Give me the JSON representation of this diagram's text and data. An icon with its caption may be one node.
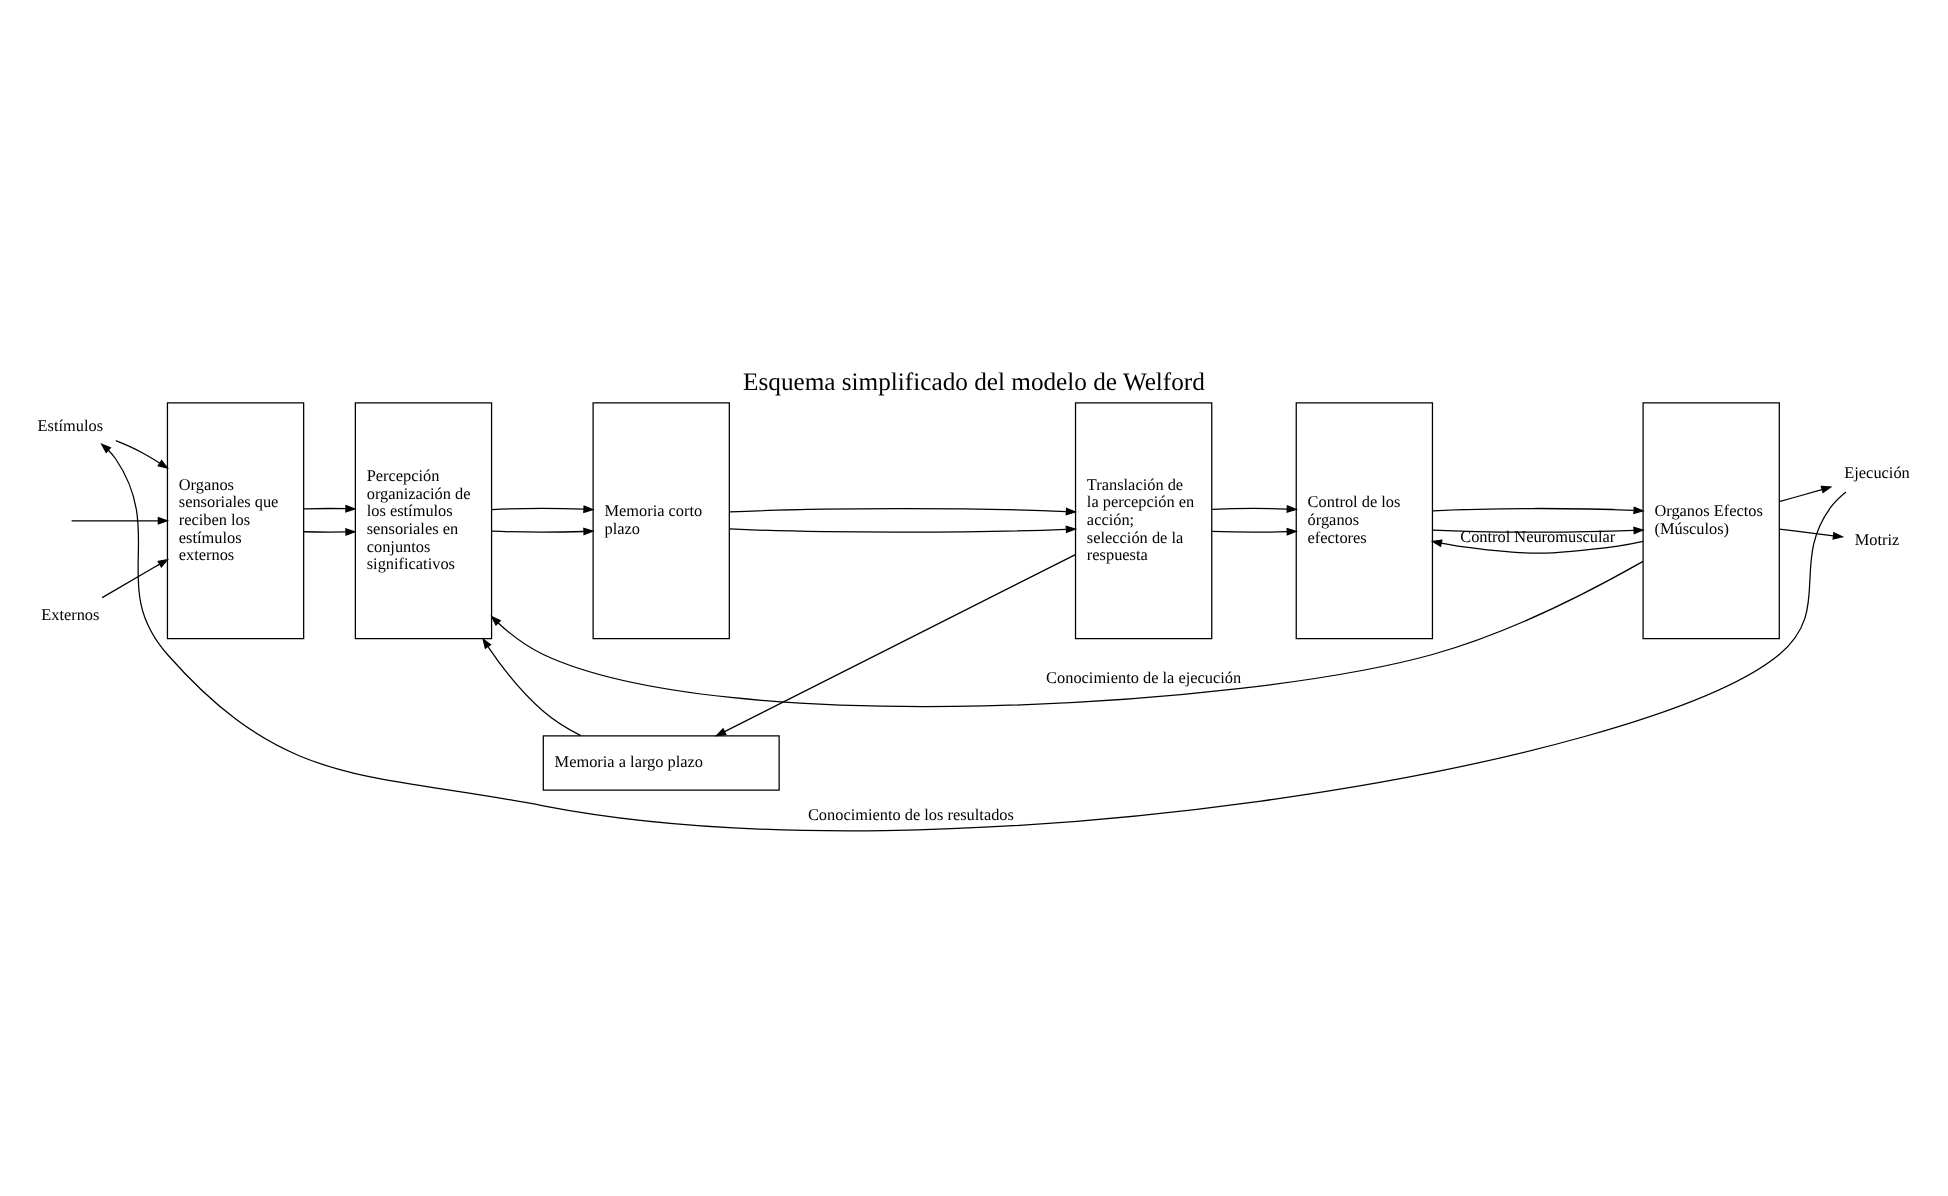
{
  "diagram": {
    "title": "Esquema simplificado del modelo de Welford",
    "nodes": [
      {
        "text": [
          "Estímulos"
        ]
      },
      {
        "text": [
          "Externos"
        ]
      },
      {
        "text": [
          "Organos sensoriales que reciben los estímulos externos"
        ]
      },
      {
        "text": [
          "Percepción organización de los estímulos sensoriales en conjuntos significativos"
        ]
      },
      {
        "text": [
          "Memoria corto plazo"
        ]
      },
      {
        "text": [
          "Translación de la percepción en acción; selección de la respuesta"
        ]
      },
      {
        "text": [
          "Control de los órganos efectores"
        ]
      },
      {
        "text": [
          "Organos Efectos (Músculos)"
        ]
      },
      {
        "text": [
          "Ejecución"
        ]
      },
      {
        "text": [
          "Motriz"
        ]
      },
      {
        "text": [
          "Memoria a largo plazo"
        ]
      }
    ],
    "edges": [
      {
        "from": 0,
        "to": 2,
        "arrow": "to"
      },
      {
        "from": null,
        "to": 2,
        "arrow": "to"
      },
      {
        "from": 1,
        "to": 2,
        "arrow": "to"
      },
      {
        "from": 2,
        "to": 3,
        "arrow": "to"
      },
      {
        "from": 2,
        "to": 3,
        "arrow": "to"
      },
      {
        "from": 3,
        "to": 4,
        "arrow": "to"
      },
      {
        "from": 3,
        "to": 4,
        "arrow": "to"
      },
      {
        "from": 4,
        "to": 5,
        "arrow": "to"
      },
      {
        "from": 4,
        "to": 5,
        "arrow": "to"
      },
      {
        "from": 5,
        "to": 6,
        "arrow": "to"
      },
      {
        "from": 5,
        "to": 6,
        "arrow": "to"
      },
      {
        "from": 6,
        "to": 7,
        "arrow": "to"
      },
      {
        "from": 6,
        "to": 7,
        "arrow": "to"
      },
      {
        "from": 7,
        "to": 8,
        "arrow": "to"
      },
      {
        "from": 7,
        "to": 9,
        "arrow": "to"
      },
      {
        "from": 10,
        "to": 3,
        "arrow": "to"
      },
      {
        "from": 5,
        "to": 10,
        "arrow": "to"
      },
      {
        "from": 7,
        "to": 6,
        "arrow": "to",
        "label": "Control Neuromuscular"
      },
      {
        "from": 7,
        "to": 3,
        "arrow": "to",
        "label": "Conocimiento de la ejecución"
      },
      {
        "from": 8,
        "to": 0,
        "arrow": "to",
        "label": "Conocimiento de los resultados"
      }
    ]
  }
}
